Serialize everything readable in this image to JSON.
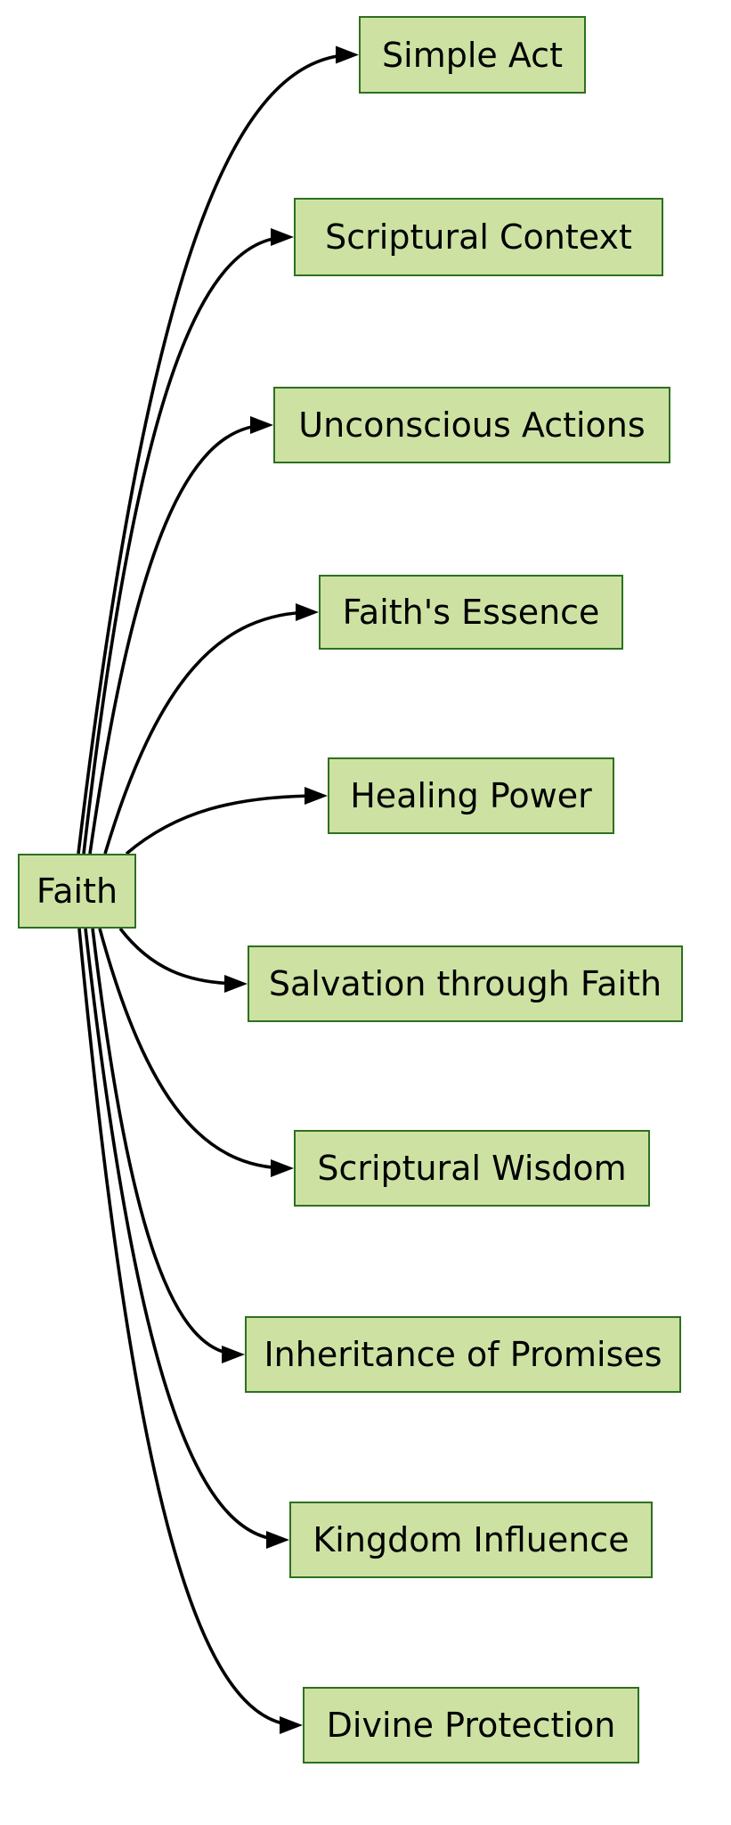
{
  "diagram": {
    "type": "mindmap-left-to-right",
    "root": {
      "label": "Faith"
    },
    "children": [
      {
        "label": "Simple Act"
      },
      {
        "label": "Scriptural Context"
      },
      {
        "label": "Unconscious Actions"
      },
      {
        "label": "Faith's Essence"
      },
      {
        "label": "Healing Power"
      },
      {
        "label": "Salvation through Faith"
      },
      {
        "label": "Scriptural Wisdom"
      },
      {
        "label": "Inheritance of Promises"
      },
      {
        "label": "Kingdom Influence"
      },
      {
        "label": "Divine Protection"
      }
    ],
    "edges": [
      {
        "from": "Faith",
        "to": "Simple Act"
      },
      {
        "from": "Faith",
        "to": "Scriptural Context"
      },
      {
        "from": "Faith",
        "to": "Unconscious Actions"
      },
      {
        "from": "Faith",
        "to": "Faith's Essence"
      },
      {
        "from": "Faith",
        "to": "Healing Power"
      },
      {
        "from": "Faith",
        "to": "Salvation through Faith"
      },
      {
        "from": "Faith",
        "to": "Scriptural Wisdom"
      },
      {
        "from": "Faith",
        "to": "Inheritance of Promises"
      },
      {
        "from": "Faith",
        "to": "Kingdom Influence"
      },
      {
        "from": "Faith",
        "to": "Divine Protection"
      }
    ],
    "colors": {
      "background": "#ffffff",
      "node_fill": "#cde2a2",
      "node_border": "#2d7020",
      "node_text": "#000000",
      "edge": "#000000"
    }
  }
}
